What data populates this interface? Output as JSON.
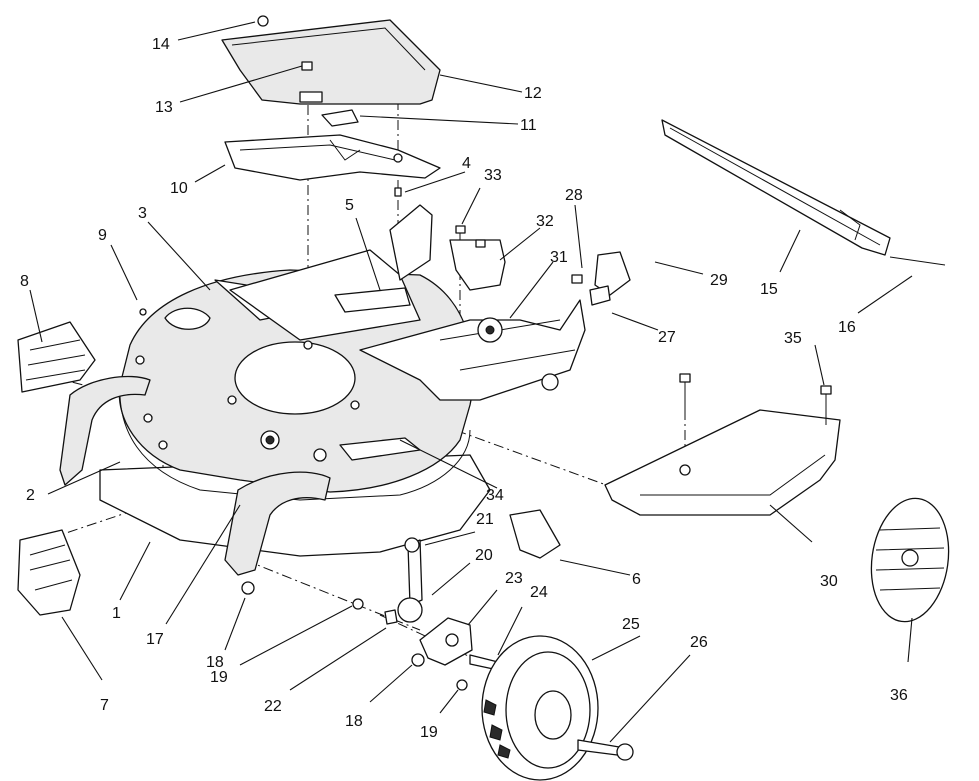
{
  "callouts": [
    "1",
    "2",
    "3",
    "4",
    "5",
    "6",
    "7",
    "8",
    "9",
    "10",
    "11",
    "12",
    "13",
    "14",
    "15",
    "16",
    "17",
    "18",
    "18",
    "19",
    "19",
    "20",
    "21",
    "22",
    "23",
    "24",
    "25",
    "26",
    "27",
    "28",
    "29",
    "30",
    "31",
    "32",
    "33",
    "34",
    "35",
    "36"
  ]
}
